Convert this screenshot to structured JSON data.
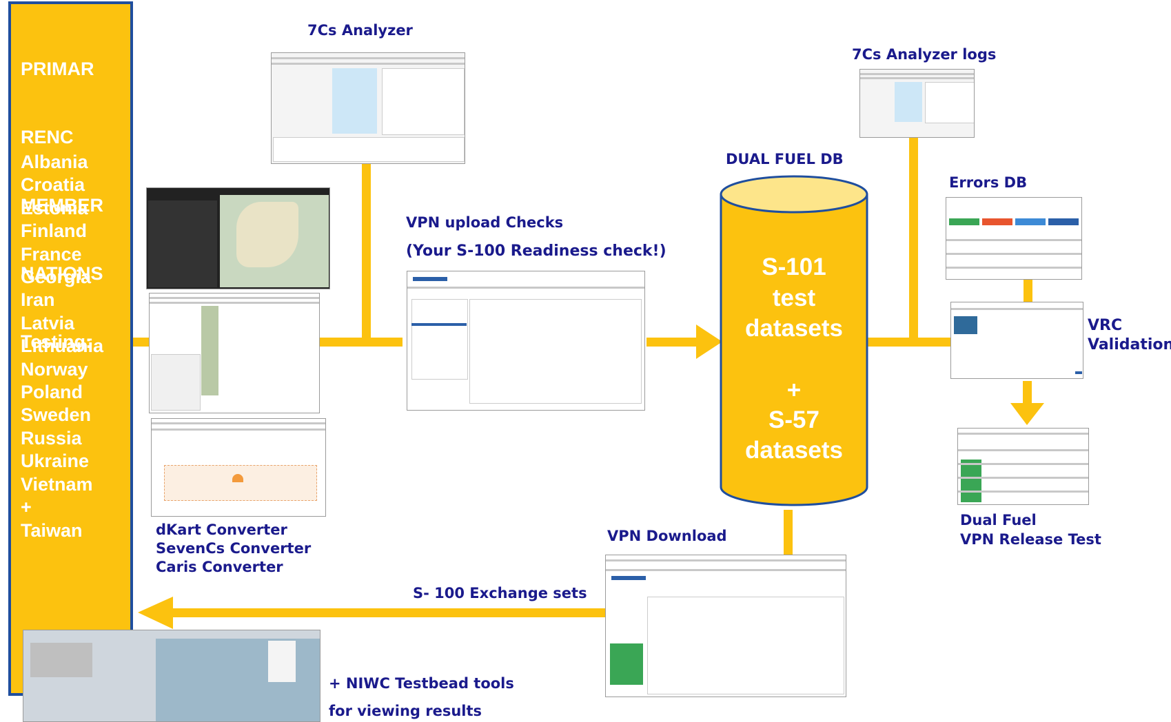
{
  "left_panel": {
    "title_lines": [
      "PRIMAR",
      "RENC",
      "MEMBER",
      "NATIONS",
      "Testing:"
    ],
    "countries": [
      "Albania",
      "Croatia",
      "Estonia",
      "Finland",
      "France",
      "Georgia",
      "Iran",
      "Latvia",
      "Lithuania",
      "Norway",
      "Poland",
      "Sweden",
      "Russia",
      "Ukraine",
      "Vietnam",
      "+",
      "Taiwan"
    ]
  },
  "labels": {
    "analyzer_7cs": "7Cs Analyzer",
    "analyzer_logs": "7Cs Analyzer logs",
    "dual_fuel_db": "DUAL FUEL DB",
    "errors_db": "Errors DB",
    "vpn_upload_checks": "VPN upload Checks",
    "readiness_check": "(Your S-100 Readiness check!)",
    "vrc_line1": "VRC",
    "vrc_line2": "Validation",
    "dkart_converter": "dKart Converter",
    "sevencs_converter": "SevenCs Converter",
    "caris_converter": "Caris Converter",
    "vpn_download": "VPN Download",
    "release_test_line1": "Dual Fuel",
    "release_test_line2": "VPN Release Test",
    "exchange_sets": "S- 100 Exchange sets",
    "niwc_line1": "+ NIWC Testbead tools",
    "niwc_line2": "for viewing results"
  },
  "cylinder": {
    "line1": "S-101",
    "line2": "test",
    "line3": "datasets",
    "plus": "+",
    "line4": "S-57",
    "line5": "datasets"
  },
  "colors": {
    "accent_yellow": "#fcc20f",
    "label_blue": "#1a1a8c",
    "panel_border": "#1f4e9e"
  }
}
